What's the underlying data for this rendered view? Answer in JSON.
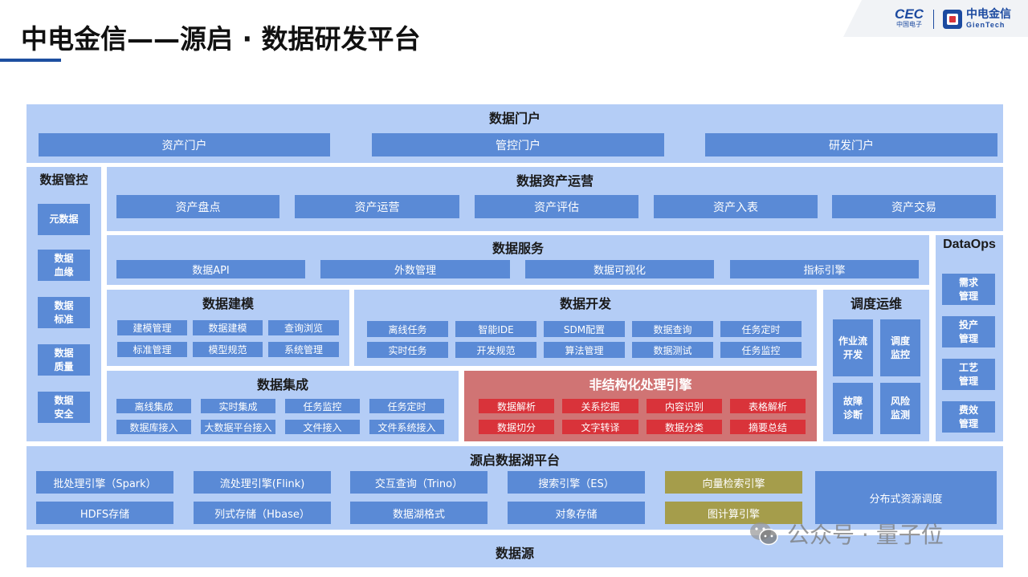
{
  "header": {
    "title": "中电金信——源启 · 数据研发平台",
    "logo_cec": "CEC",
    "logo_cec_sub": "中国电子",
    "logo_brand_cn": "中电金信",
    "logo_brand_en": "GienTech"
  },
  "colors": {
    "panel": "#b4cdf6",
    "bar": "#5a8ad6",
    "highlight_red": "#d9333a",
    "highlight_red_panel": "#d07474",
    "olive": "#a59d4b",
    "title_accent": "#1d4fa0"
  },
  "portal": {
    "title": "数据门户",
    "items": [
      "资产门户",
      "管控门户",
      "研发门户"
    ]
  },
  "governance": {
    "title": "数据管控",
    "items": [
      "元数据",
      "数据\n血缘",
      "数据\n标准",
      "数据\n质量",
      "数据\n安全"
    ]
  },
  "asset_ops": {
    "title": "数据资产运营",
    "items": [
      "资产盘点",
      "资产运营",
      "资产评估",
      "资产入表",
      "资产交易"
    ]
  },
  "data_service": {
    "title": "数据服务",
    "items": [
      "数据API",
      "外数管理",
      "数据可视化",
      "指标引擎"
    ]
  },
  "dataops": {
    "title": "DataOps",
    "items": [
      "需求\n管理",
      "投产\n管理",
      "工艺\n管理",
      "费效\n管理"
    ]
  },
  "modeling": {
    "title": "数据建模",
    "items": [
      "建模管理",
      "数据建模",
      "查询浏览",
      "标准管理",
      "模型规范",
      "系统管理"
    ]
  },
  "development": {
    "title": "数据开发",
    "items": [
      "离线任务",
      "智能IDE",
      "SDM配置",
      "数据查询",
      "任务定时",
      "实时任务",
      "开发规范",
      "算法管理",
      "数据测试",
      "任务监控"
    ]
  },
  "scheduling": {
    "title": "调度运维",
    "items": [
      "作业流\n开发",
      "调度\n监控",
      "故障\n诊断",
      "风险\n监测"
    ]
  },
  "integration": {
    "title": "数据集成",
    "items": [
      "离线集成",
      "实时集成",
      "任务监控",
      "任务定时",
      "数据库接入",
      "大数据平台接入",
      "文件接入",
      "文件系统接入"
    ]
  },
  "unstructured": {
    "title": "非结构化处理引擎",
    "items": [
      "数据解析",
      "关系挖掘",
      "内容识别",
      "表格解析",
      "数据切分",
      "文字转译",
      "数据分类",
      "摘要总结"
    ]
  },
  "lake": {
    "title": "源启数据湖平台",
    "items": [
      "批处理引擎（Spark）",
      "流处理引擎(Flink)",
      "交互查询（Trino）",
      "搜索引擎（ES）",
      "向量检索引擎",
      "HDFS存储",
      "列式存储（Hbase）",
      "数据湖格式",
      "对象存储",
      "图计算引擎",
      "分布式资源调度"
    ]
  },
  "source": {
    "title": "数据源"
  },
  "watermark": {
    "text": "公众号 · 量子位"
  }
}
